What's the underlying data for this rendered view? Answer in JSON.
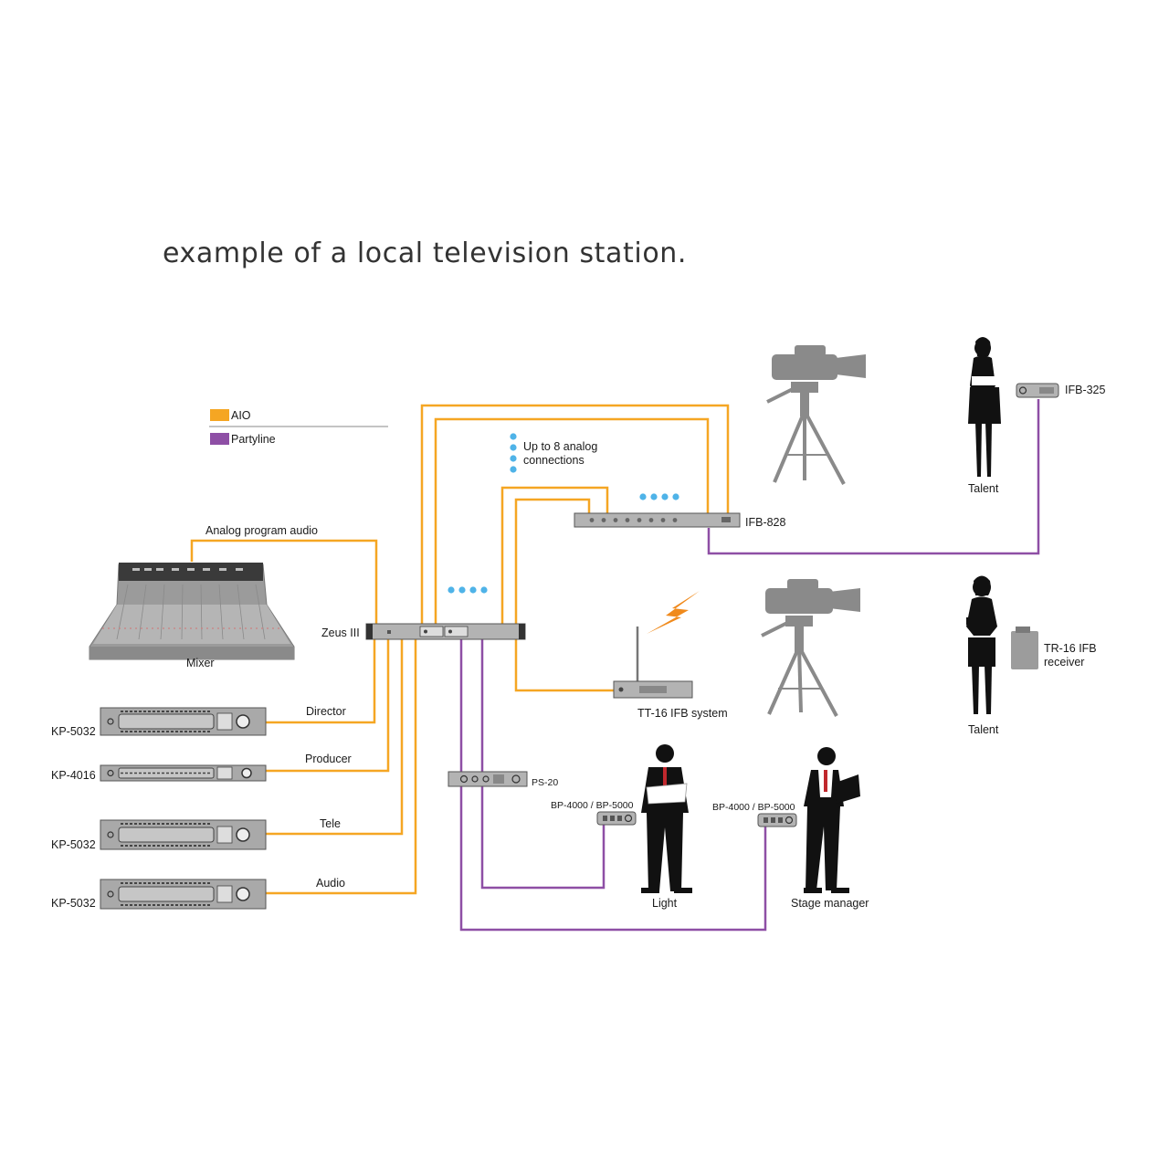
{
  "title": "example of a local television station.",
  "legend": {
    "aio": "AIO",
    "partyline": "Partyline"
  },
  "colors": {
    "aio": "#F5A623",
    "partyline": "#8E4FA5",
    "dots": "#4FB3E8",
    "device_gray": "#A7A7A7",
    "silhouette": "#111111",
    "camera_gray": "#8A8A8A",
    "bolt": "#F08A1C"
  },
  "labels": {
    "analog_program_audio": "Analog program audio",
    "up_to_8_line1": "Up to 8 analog",
    "up_to_8_line2": "connections",
    "mixer": "Mixer",
    "zeus": "Zeus III",
    "ifb828": "IFB-828",
    "ifb325": "IFB-325",
    "talent_top": "Talent",
    "talent_bottom": "Talent",
    "tr16_line1": "TR-16 IFB",
    "tr16_line2": "receiver",
    "tt16": "TT-16 IFB system",
    "ps20": "PS-20",
    "bp_left": "BP-4000 / BP-5000",
    "bp_right": "BP-4000 / BP-5000",
    "light": "Light",
    "stage_manager": "Stage manager",
    "director": "Director",
    "producer": "Producer",
    "tele": "Tele",
    "audio": "Audio",
    "kp1": "KP-5032",
    "kp2": "KP-4016",
    "kp3": "KP-5032",
    "kp4": "KP-5032"
  }
}
